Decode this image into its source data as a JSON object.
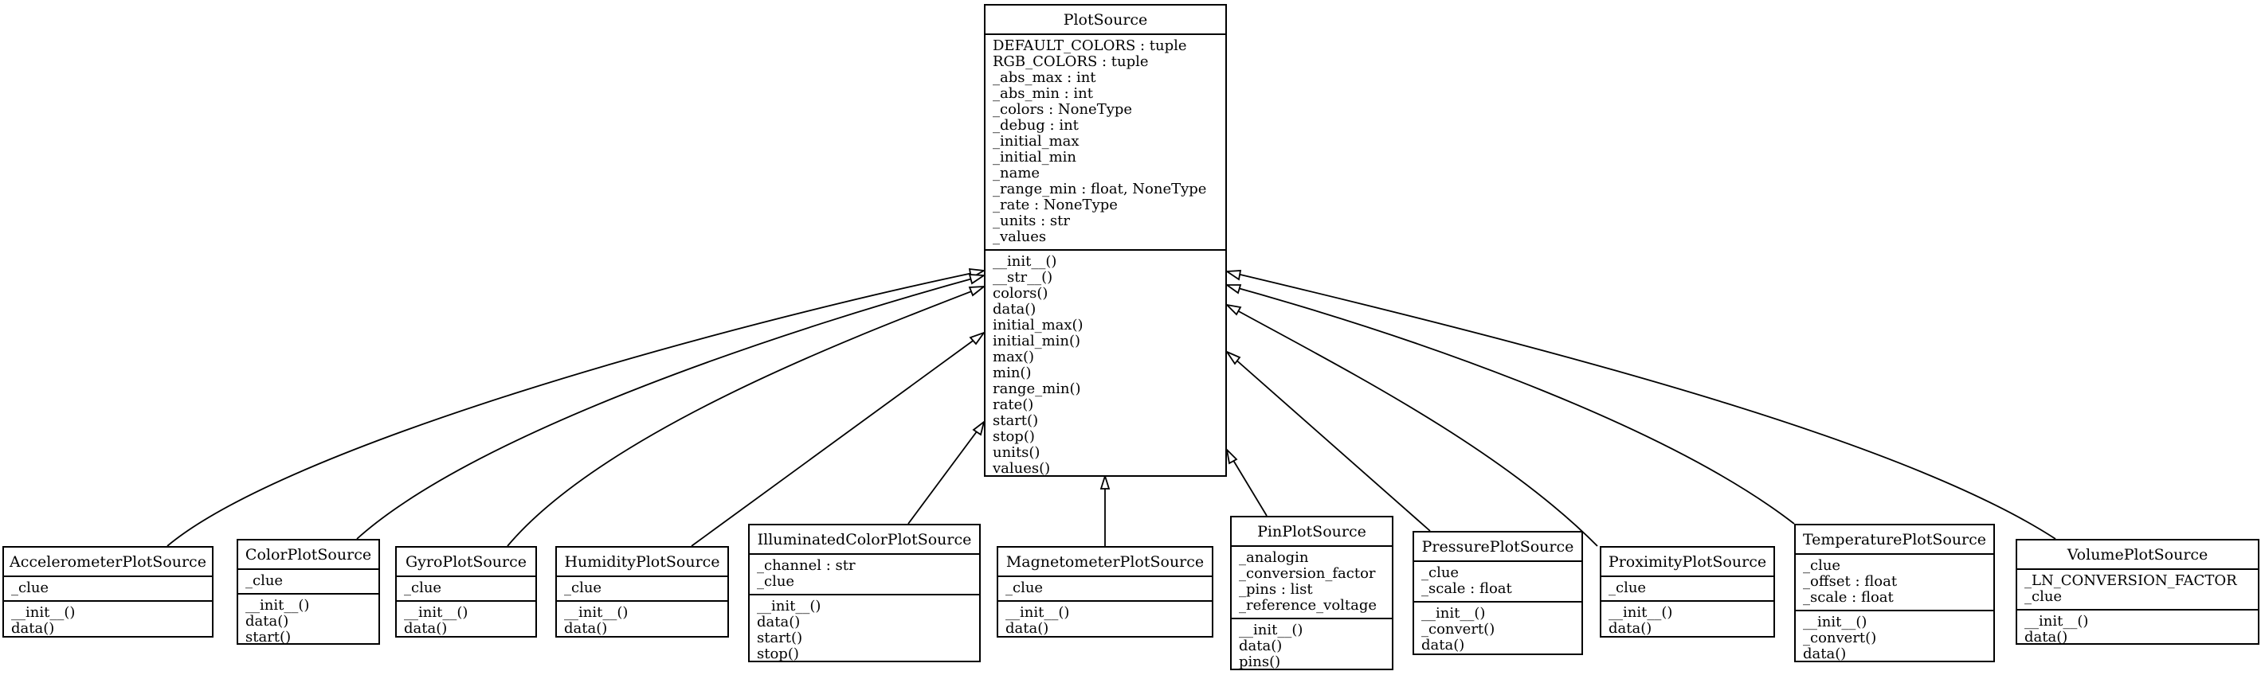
{
  "diagram": {
    "base": {
      "name": "PlotSource",
      "attributes": [
        "DEFAULT_COLORS : tuple",
        "RGB_COLORS : tuple",
        "_abs_max : int",
        "_abs_min : int",
        "_colors : NoneType",
        "_debug : int",
        "_initial_max",
        "_initial_min",
        "_name",
        "_range_min : float, NoneType",
        "_rate : NoneType",
        "_units : str",
        "_values"
      ],
      "methods": [
        "__init__()",
        "__str__()",
        "colors()",
        "data()",
        "initial_max()",
        "initial_min()",
        "max()",
        "min()",
        "range_min()",
        "rate()",
        "start()",
        "stop()",
        "units()",
        "values()"
      ]
    },
    "subclasses": [
      {
        "name": "AccelerometerPlotSource",
        "attributes": [
          "_clue"
        ],
        "methods": [
          "__init__()",
          "data()"
        ]
      },
      {
        "name": "ColorPlotSource",
        "attributes": [
          "_clue"
        ],
        "methods": [
          "__init__()",
          "data()",
          "start()"
        ]
      },
      {
        "name": "GyroPlotSource",
        "attributes": [
          "_clue"
        ],
        "methods": [
          "__init__()",
          "data()"
        ]
      },
      {
        "name": "HumidityPlotSource",
        "attributes": [
          "_clue"
        ],
        "methods": [
          "__init__()",
          "data()"
        ]
      },
      {
        "name": "IlluminatedColorPlotSource",
        "attributes": [
          "_channel : str",
          "_clue"
        ],
        "methods": [
          "__init__()",
          "data()",
          "start()",
          "stop()"
        ]
      },
      {
        "name": "MagnetometerPlotSource",
        "attributes": [
          "_clue"
        ],
        "methods": [
          "__init__()",
          "data()"
        ]
      },
      {
        "name": "PinPlotSource",
        "attributes": [
          "_analogin",
          "_conversion_factor",
          "_pins : list",
          "_reference_voltage"
        ],
        "methods": [
          "__init__()",
          "data()",
          "pins()"
        ]
      },
      {
        "name": "PressurePlotSource",
        "attributes": [
          "_clue",
          "_scale : float"
        ],
        "methods": [
          "__init__()",
          "_convert()",
          "data()"
        ]
      },
      {
        "name": "ProximityPlotSource",
        "attributes": [
          "_clue"
        ],
        "methods": [
          "__init__()",
          "data()"
        ]
      },
      {
        "name": "TemperaturePlotSource",
        "attributes": [
          "_clue",
          "_offset : float",
          "_scale : float"
        ],
        "methods": [
          "__init__()",
          "_convert()",
          "data()"
        ]
      },
      {
        "name": "VolumePlotSource",
        "attributes": [
          "_LN_CONVERSION_FACTOR",
          "_clue"
        ],
        "methods": [
          "__init__()",
          "data()"
        ]
      }
    ]
  }
}
